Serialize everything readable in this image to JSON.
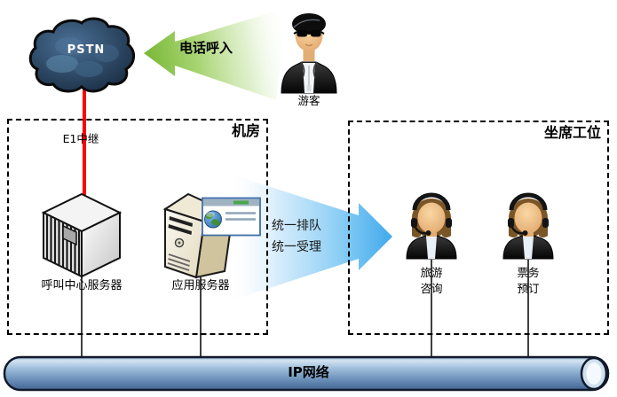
{
  "diagram": {
    "pstn": {
      "label": "PSTN"
    },
    "incoming_arrow": {
      "label": "电话呼入"
    },
    "visitor": {
      "label": "游客"
    },
    "machine_room": {
      "title": "机房",
      "trunk_label": "E1中继",
      "call_center_server": "呼叫中心服务器",
      "app_server": "应用服务器"
    },
    "unified_arrow": {
      "line1": "统一排队",
      "line2": "统一受理"
    },
    "agent_area": {
      "title": "坐席工位",
      "agents": [
        {
          "line1": "旅游",
          "line2": "咨询"
        },
        {
          "line1": "票务",
          "line2": "预订"
        }
      ]
    },
    "ip_network": {
      "label": "IP网络"
    },
    "colors": {
      "incoming_arrow_green": "#78B836",
      "unified_arrow_blue": "#3FA9EC",
      "trunk_line_red": "#FF0000",
      "network_pipe_blue": "#6D92BA",
      "pstn_cloud_navy": "#1C2F45",
      "box_border": "#000000"
    }
  }
}
